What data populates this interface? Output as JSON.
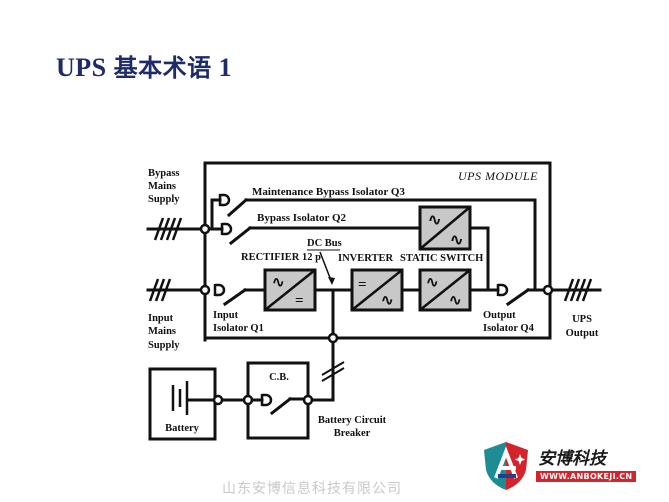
{
  "title": {
    "latin": "UPS",
    "cjk": "基本术语",
    "number": "1"
  },
  "diagram": {
    "module_label": "UPS MODULE",
    "labels": {
      "bypass_mains": [
        "Bypass",
        "Mains",
        "Supply"
      ],
      "input_mains": [
        "Input",
        "Mains",
        "Supply"
      ],
      "maintenance_bypass": "Maintenance Bypass Isolator Q3",
      "bypass_isolator": "Bypass Isolator Q2",
      "dc_bus": "DC Bus",
      "rectifier": "RECTIFIER 12 p",
      "inverter": "INVERTER",
      "static_switch": "STATIC SWITCH",
      "input_isolator": [
        "Input",
        "Isolator Q1"
      ],
      "output_isolator": [
        "Output",
        "Isolator Q4"
      ],
      "ups_output": [
        "UPS",
        "Output"
      ],
      "battery": "Battery",
      "cb": "C.B.",
      "battery_breaker": [
        "Battery Circuit",
        "Breaker"
      ]
    }
  },
  "watermark": "山东安博信息科技有限公司",
  "logo": {
    "name": "安博科技",
    "url": "WWW.ANBOKEJI.CN",
    "colors": {
      "red": "#d3232b",
      "teal": "#1e8c95",
      "navy": "#1f3f8f"
    }
  }
}
